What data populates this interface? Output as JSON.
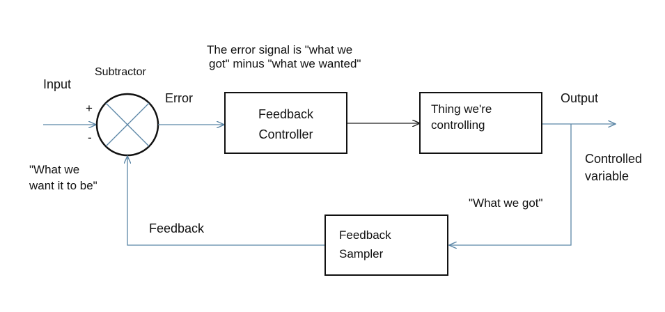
{
  "labels": {
    "input": "Input",
    "subtractor": "Subtractor",
    "plus": "+",
    "minus": "-",
    "error": "Error",
    "error_note_line1": "The error signal is \"what we",
    "error_note_line2": "got\" minus \"what we wanted\"",
    "output": "Output",
    "controlled_line1": "Controlled",
    "controlled_line2": "variable",
    "want_line1": "\"What we",
    "want_line2": "want it to be\"",
    "what_we_got": "\"What we got\"",
    "feedback": "Feedback"
  },
  "blocks": {
    "controller_line1": "Feedback",
    "controller_line2": "Controller",
    "plant_line1": "Thing we're",
    "plant_line2": "controlling",
    "sampler_line1": "Feedback",
    "sampler_line2": "Sampler"
  },
  "colors": {
    "signal_line": "#5b86a6",
    "block_border": "#111111"
  }
}
